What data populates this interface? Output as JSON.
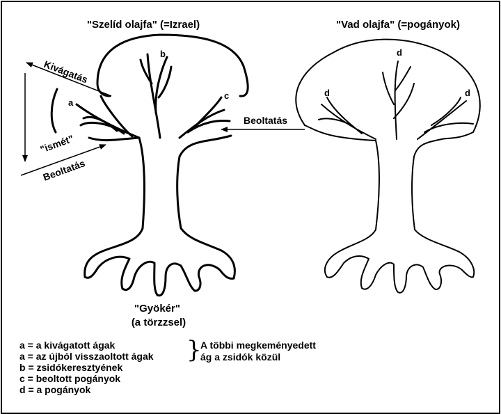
{
  "title_left": "\"Szelíd olajfa\" (=Izrael)",
  "title_right": "\"Vad olajfa\" (=pogányok)",
  "labels": {
    "cut": "Kivágatás",
    "again": "\"ismét\"",
    "graft_left": "Beoltatás",
    "graft_arrow": "Beoltatás",
    "root_line1": "\"Gyökér\"",
    "root_line2": "(a törzzsel)"
  },
  "branch_letters": {
    "a": "a",
    "b": "b",
    "c": "c",
    "d_top": "d",
    "d_left": "d",
    "d_right": "d"
  },
  "legend": [
    "a = a kivágatott ágak",
    "a = az újból visszaoltott ágak",
    "b = zsidókeresztyének",
    "c = beoltott pogányok",
    "d = a pogányok"
  ],
  "group_note": {
    "line1": "A többi megkeményedett",
    "line2": "ág a zsidók közül"
  }
}
